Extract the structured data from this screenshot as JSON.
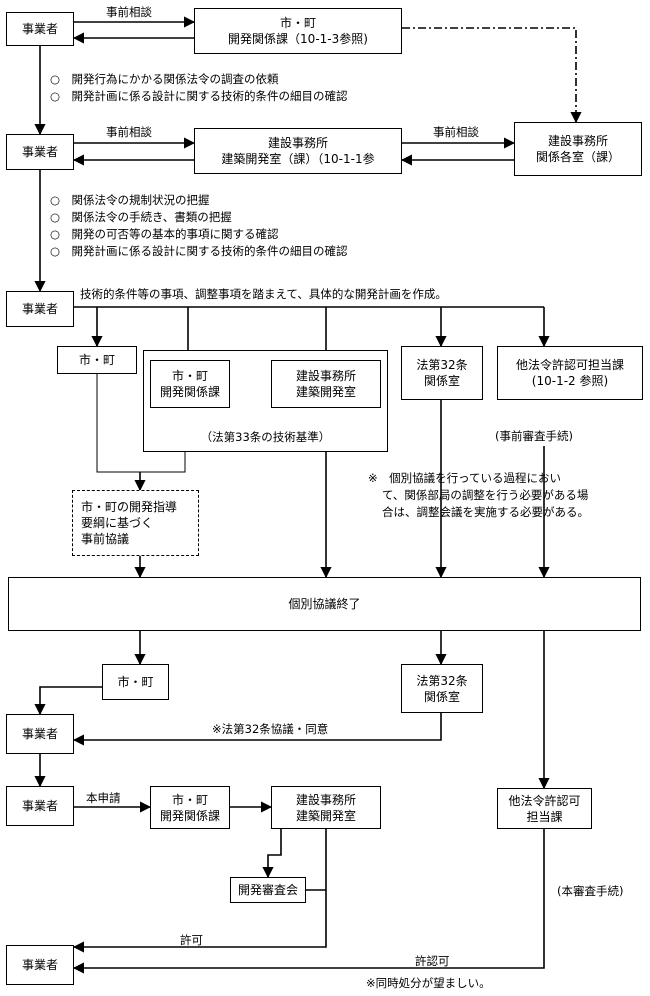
{
  "boxes": {
    "operator1": "事業者",
    "operator2": "事業者",
    "operator3": "事業者",
    "operator4": "事業者",
    "operator5": "事業者",
    "operator6": "事業者",
    "city_dev_top": [
      "市・町",
      "開発関係課（10-1-3参照)"
    ],
    "const_office_mid": [
      "建設事務所",
      "建築開発室（課）（10-1-1参"
    ],
    "const_office_rel": [
      "建設事務所",
      "関係各室（課）"
    ],
    "city_small": "市・町",
    "city_dev_inner": [
      "市・町",
      "開発関係課"
    ],
    "const_inner": [
      "建設事務所",
      "建築開発室"
    ],
    "frame_caption": "（法第33条の技術基準）",
    "law32_a": [
      "法第32条",
      "関係室"
    ],
    "other_law_a": [
      "他法令許認可担当課",
      "(10-1-2 参照)"
    ],
    "prior_consult": [
      "市・町の開発指導",
      "要綱に基づく",
      "事前協議"
    ],
    "individual_end": "個別協議終了",
    "city_small2": "市・町",
    "law32_b": [
      "法第32条",
      "関係室"
    ],
    "city_dev_b": [
      "市・町",
      "開発関係課"
    ],
    "const_b": [
      "建設事務所",
      "建築開発室"
    ],
    "other_law_b": [
      "他法令許認可",
      "担当課"
    ],
    "review_board": "開発審査会"
  },
  "labels": {
    "pre_consult1": "事前相談",
    "pre_consult2": "事前相談",
    "pre_consult3": "事前相談",
    "tech_conditions": "技術的条件等の事項、調整事項を踏まえて、具体的な開発計画を作成。",
    "pre_review": "(事前審査手続)",
    "law32_consult": "※法第32条協議・同意",
    "main_application": "本申請",
    "main_review": "(本審査手続)",
    "permit": "許可",
    "license": "許認可",
    "simultaneous": "※同時処分が望ましい。"
  },
  "list1": [
    "○　開発行為にかかる関係法令の調査の依頼",
    "○　開発計画に係る設計に関する技術的条件の細目の確認"
  ],
  "list2": [
    "○　関係法令の規制状況の把握",
    "○　関係法令の手続き、書類の把握",
    "○　開発の可否等の基本的事項に関する確認",
    "○　開発計画に係る設計に関する技術的条件の細目の確認"
  ],
  "note": [
    "※　個別協議を行っている過程におい",
    "て、関係部局の調整を行う必要がある場",
    "合は、調整会議を実施する必要がある。"
  ]
}
